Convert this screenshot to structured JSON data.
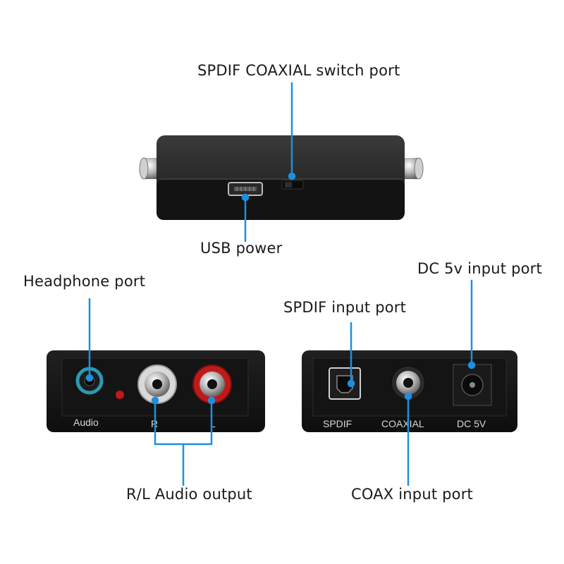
{
  "callouts": {
    "spdif_coaxial_switch": "SPDIF COAXIAL switch port",
    "usb_power": "USB power",
    "headphone_port": "Headphone port",
    "dc_input": "DC 5v input port",
    "spdif_input": "SPDIF input port",
    "rl_audio_output": "R/L Audio output",
    "coax_input": "COAX input port"
  },
  "panel_labels": {
    "audio": "Audio",
    "r": "R",
    "l": "L",
    "spdif": "SPDIF",
    "coaxial": "COAXIAL",
    "dc5v": "DC 5V"
  },
  "colors": {
    "leader_line": "#1e8fe0",
    "device_body": "#1b1b1b",
    "rca_red": "#c0191c",
    "rca_white": "#d9d9d9",
    "headphone_teal": "#2a9ab0"
  }
}
